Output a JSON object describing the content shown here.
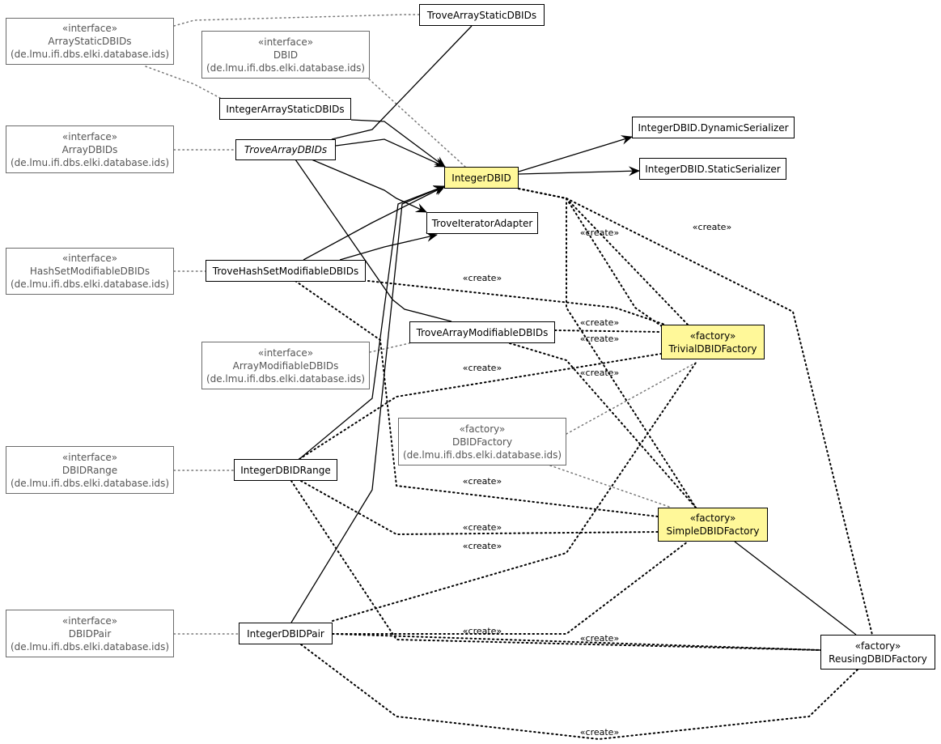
{
  "create_label": "«create»",
  "nodes": {
    "array_static_dbids": {
      "stereotype": "«interface»",
      "name": "ArrayStaticDBIDs",
      "package": "(de.lmu.ifi.dbs.elki.database.ids)"
    },
    "dbid": {
      "stereotype": "«interface»",
      "name": "DBID",
      "package": "(de.lmu.ifi.dbs.elki.database.ids)"
    },
    "array_dbids": {
      "stereotype": "«interface»",
      "name": "ArrayDBIDs",
      "package": "(de.lmu.ifi.dbs.elki.database.ids)"
    },
    "hashset_modifiable_dbids": {
      "stereotype": "«interface»",
      "name": "HashSetModifiableDBIDs",
      "package": "(de.lmu.ifi.dbs.elki.database.ids)"
    },
    "array_modifiable_dbids": {
      "stereotype": "«interface»",
      "name": "ArrayModifiableDBIDs",
      "package": "(de.lmu.ifi.dbs.elki.database.ids)"
    },
    "dbid_range": {
      "stereotype": "«interface»",
      "name": "DBIDRange",
      "package": "(de.lmu.ifi.dbs.elki.database.ids)"
    },
    "dbid_pair": {
      "stereotype": "«interface»",
      "name": "DBIDPair",
      "package": "(de.lmu.ifi.dbs.elki.database.ids)"
    },
    "dbid_factory": {
      "stereotype": "«factory»",
      "name": "DBIDFactory",
      "package": "(de.lmu.ifi.dbs.elki.database.ids)"
    },
    "trove_array_static_dbids": {
      "name": "TroveArrayStaticDBIDs"
    },
    "integer_array_static_dbids": {
      "name": "IntegerArrayStaticDBIDs"
    },
    "trove_array_dbids": {
      "name": "TroveArrayDBIDs"
    },
    "integer_dbid_dynamic_serializer": {
      "name": "IntegerDBID.DynamicSerializer"
    },
    "integer_dbid": {
      "name": "IntegerDBID"
    },
    "integer_dbid_static_serializer": {
      "name": "IntegerDBID.StaticSerializer"
    },
    "trove_iterator_adapter": {
      "name": "TroveIteratorAdapter"
    },
    "trove_hashset_modifiable_dbids": {
      "name": "TroveHashSetModifiableDBIDs"
    },
    "trove_array_modifiable_dbids": {
      "name": "TroveArrayModifiableDBIDs"
    },
    "integer_dbid_range": {
      "name": "IntegerDBIDRange"
    },
    "integer_dbid_pair": {
      "name": "IntegerDBIDPair"
    },
    "trivial_dbid_factory": {
      "stereotype": "«factory»",
      "name": "TrivialDBIDFactory"
    },
    "simple_dbid_factory": {
      "stereotype": "«factory»",
      "name": "SimpleDBIDFactory"
    },
    "reusing_dbid_factory": {
      "stereotype": "«factory»",
      "name": "ReusingDBIDFactory"
    }
  },
  "colors": {
    "highlight_fill": "#fff899",
    "class_border": "#000000",
    "external_border": "#6b6b6b",
    "external_text": "#555555",
    "realization_line": "#777777"
  }
}
